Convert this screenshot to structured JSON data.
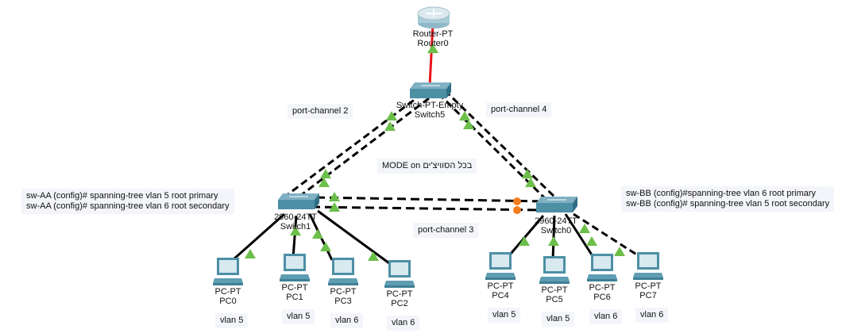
{
  "devices": {
    "router": {
      "model": "Router-PT",
      "name": "Router0"
    },
    "switch5": {
      "model": "Switch-PT-Empty",
      "name": "Switch5"
    },
    "switch1": {
      "model": "2960-24TT",
      "name": "Switch1"
    },
    "switch0": {
      "model": "2960-24TT",
      "name": "Switch0"
    },
    "pcs": [
      {
        "model": "PC-PT",
        "name": "PC0",
        "vlan": "vlan 5"
      },
      {
        "model": "PC-PT",
        "name": "PC1",
        "vlan": "vlan 5"
      },
      {
        "model": "PC-PT",
        "name": "PC3",
        "vlan": "vlan 6"
      },
      {
        "model": "PC-PT",
        "name": "PC2",
        "vlan": "vlan 6"
      },
      {
        "model": "PC-PT",
        "name": "PC4",
        "vlan": "vlan 5"
      },
      {
        "model": "PC-PT",
        "name": "PC5",
        "vlan": "vlan 5"
      },
      {
        "model": "PC-PT",
        "name": "PC6",
        "vlan": "vlan 6"
      },
      {
        "model": "PC-PT",
        "name": "PC7",
        "vlan": "vlan 6"
      }
    ]
  },
  "notes": {
    "pc2": "port-channel 2",
    "pc4": "port-channel 4",
    "pc3": "port-channel 3",
    "mode": "MODE on בכל הסוויצ'ים",
    "sw_aa_1": "sw-AA (config)# spanning-tree vlan 5 root primary",
    "sw_aa_2": "sw-AA (config)# spanning-tree vlan 6 root secondary",
    "sw_bb_1": "sw-BB (config)#spanning-tree vlan 6 root primary",
    "sw_bb_2": "sw-BB (config)# spanning-tree vlan 5 root secondary"
  },
  "colors": {
    "link_up": "#6cbf4a",
    "link_blocked": "#f47c20",
    "serial_link": "#e8141b",
    "device": "#4d8fa5"
  }
}
